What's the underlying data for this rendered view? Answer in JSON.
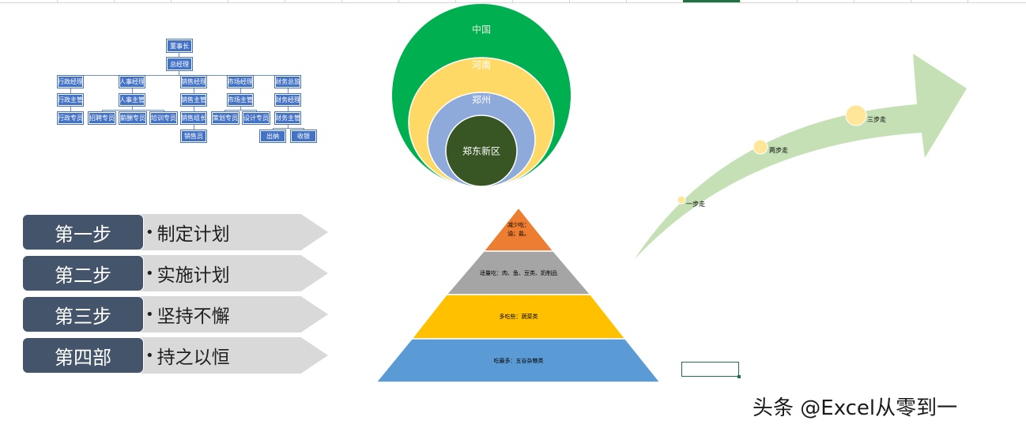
{
  "org_chart": {
    "chairman": "董事长",
    "gm": "总经理",
    "departments": [
      {
        "head": "行政经理",
        "level2": "行政主管",
        "level3": [
          "行政专员"
        ]
      },
      {
        "head": "人事经理",
        "level2": "人事主管",
        "level3": [
          "招聘专员",
          "薪酬专员",
          "培训专员"
        ]
      },
      {
        "head": "销售经理",
        "level2": "销售主管",
        "level3": [
          "销售组长"
        ],
        "level4": [
          "销售员"
        ]
      },
      {
        "head": "市场经理",
        "level2": "市场主管",
        "level3": [
          "策划专员",
          "设计专员"
        ]
      },
      {
        "head": "财务总监",
        "level2": "财务经理",
        "level3": [
          "财务主管"
        ],
        "level4": [
          "出纳",
          "收银"
        ]
      }
    ]
  },
  "circles": {
    "outer": "中国",
    "second": "河南",
    "third": "郑州",
    "inner": "郑东新区",
    "colors": [
      "#00b050",
      "#ffd966",
      "#8eaadb",
      "#375623"
    ]
  },
  "growth_arrow": {
    "steps": [
      "一步走",
      "两步走",
      "三步走"
    ],
    "colors": {
      "arrow": "#c5e0b4",
      "dot": "#ffe699"
    }
  },
  "steps": [
    {
      "label": "第一步",
      "text": "制定计划"
    },
    {
      "label": "第二步",
      "text": "实施计划"
    },
    {
      "label": "第三步",
      "text": "坚持不懈"
    },
    {
      "label": "第四部",
      "text": "持之以恒"
    }
  ],
  "bullet": "•",
  "pyramid": {
    "top": "减少吃：\n油；盐。",
    "second": "适量吃：肉、鱼、豆类、奶制品",
    "third": "多吃些：蔬菜类",
    "bottom": "吃最多：五谷杂粮类",
    "colors": [
      "#ed7d31",
      "#a5a5a5",
      "#ffc000",
      "#5b9bd5"
    ]
  },
  "watermark": "头条 @Excel从零到一"
}
